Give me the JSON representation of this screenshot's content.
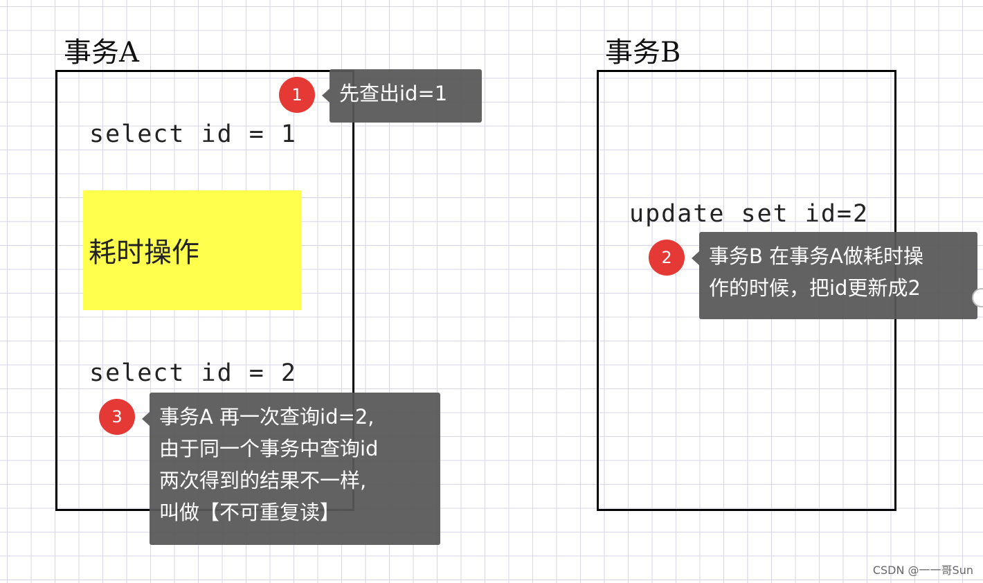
{
  "transaction_a": {
    "title": "事务A",
    "code_first": "select id = 1",
    "sticky_label": "耗时操作",
    "code_second": "select id = 2"
  },
  "transaction_b": {
    "title": "事务B",
    "code": "update set id=2"
  },
  "annotations": [
    {
      "number": "1",
      "lines": [
        "先查出id=1"
      ]
    },
    {
      "number": "2",
      "lines": [
        "事务B 在事务A做耗时操",
        "作的时候，把id更新成2"
      ]
    },
    {
      "number": "3",
      "lines": [
        "事务A 再一次查询id=2,",
        "由于同一个事务中查询id",
        "两次得到的结果不一样,",
        "叫做【不可重复读】"
      ]
    }
  ],
  "watermark": "CSDN @一一哥Sun",
  "colors": {
    "marker": "#e53935",
    "tooltip": "#585858",
    "sticky": "#ffff4d",
    "grid": "#d6d6e6"
  }
}
